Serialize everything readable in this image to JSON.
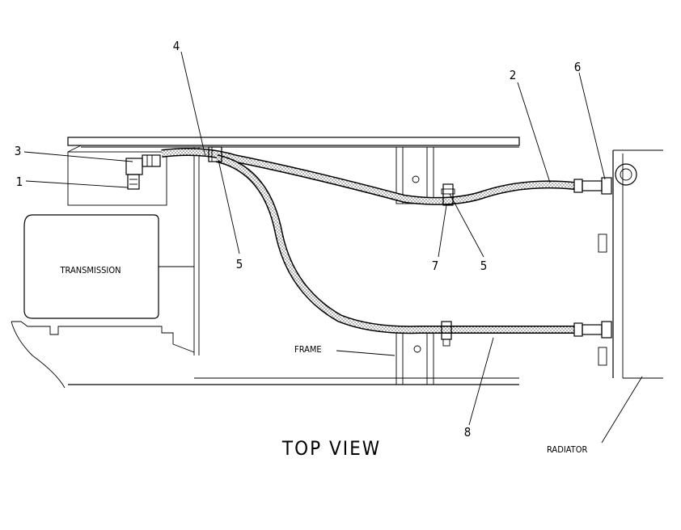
{
  "title": "TOP VIEW",
  "labels": {
    "transmission": "TRANSMISSION",
    "frame": "FRAME",
    "radiator": "RADIATOR"
  },
  "callouts": [
    "1",
    "2",
    "3",
    "4",
    "5",
    "5",
    "6",
    "7",
    "8"
  ]
}
